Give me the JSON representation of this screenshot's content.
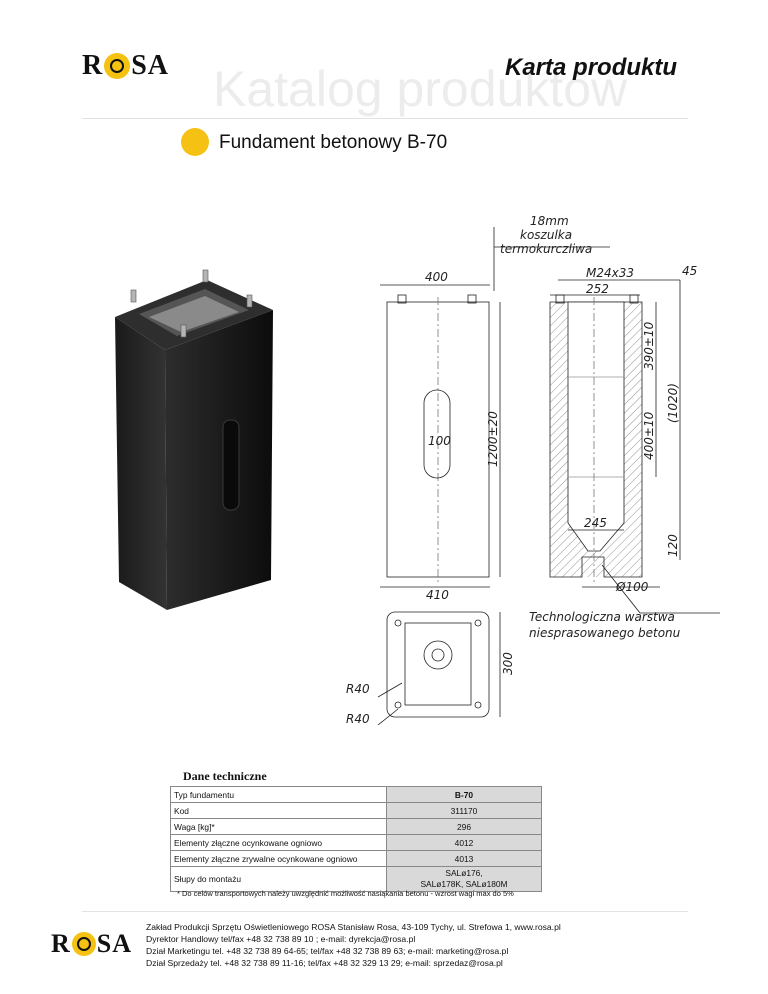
{
  "brand": {
    "logo_text_left": "R",
    "logo_text_right": "SA",
    "accent_color": "#f5c213"
  },
  "header": {
    "watermark": "Katalog produktów",
    "title": "Karta produktu"
  },
  "product": {
    "name": "Fundament betonowy B-70"
  },
  "drawing": {
    "labels": {
      "sleeve_line1": "18mm",
      "sleeve_line2": "koszulka",
      "sleeve_line3": "termokurczliwa",
      "thread": "M24x33",
      "dim_45": "45",
      "dim_400_top": "400",
      "dim_252": "252",
      "dim_390": "390±10",
      "dim_1200": "1200±20",
      "dim_100": "100",
      "dim_400_mid": "400±10",
      "dim_1020": "(1020)",
      "dim_245": "245",
      "dim_120": "120",
      "dim_410": "410",
      "dim_phi100": "Ø100",
      "tech_layer_line1": "Technologiczna warstwa",
      "tech_layer_line2": "niesprasowanego betonu",
      "dim_300": "300",
      "r40_a": "R40",
      "r40_b": "R40"
    }
  },
  "specs": {
    "section_title": "Dane techniczne",
    "rows": [
      {
        "label": "Typ fundamentu",
        "value": "B-70"
      },
      {
        "label": "Kod",
        "value": "311170"
      },
      {
        "label": "Waga [kg]*",
        "value": "296"
      },
      {
        "label": "Elementy złączne ocynkowane ogniowo",
        "value": "4012"
      },
      {
        "label": "Elementy złączne zrywalne ocynkowane ogniowo",
        "value": "4013"
      },
      {
        "label": "Słupy do montażu",
        "value_line1": "SALø176,",
        "value_line2": "SALø178K, SALø180M"
      }
    ],
    "note": "* Do celów transportowych należy uwzględnić możliwość nasiąkania betonu - wzrost wagi max do 5%"
  },
  "footer": {
    "lines": [
      "Zakład Produkcji Sprzętu Oświetleniowego ROSA Stanisław Rosa, 43-109 Tychy, ul. Strefowa 1, www.rosa.pl",
      "Dyrektor Handlowy  tel/fax +48 32 738 89 10 ; e-mail: dyrekcja@rosa.pl",
      "Dział  Marketingu tel. +48 32 738 89 64-65; tel/fax +48 32 738 89 63; e-mail: marketing@rosa.pl",
      "Dział Sprzedaży tel. +48 32 738 89 11-16; tel/fax +48 32 329 13 29; e-mail: sprzedaz@rosa.pl"
    ]
  }
}
